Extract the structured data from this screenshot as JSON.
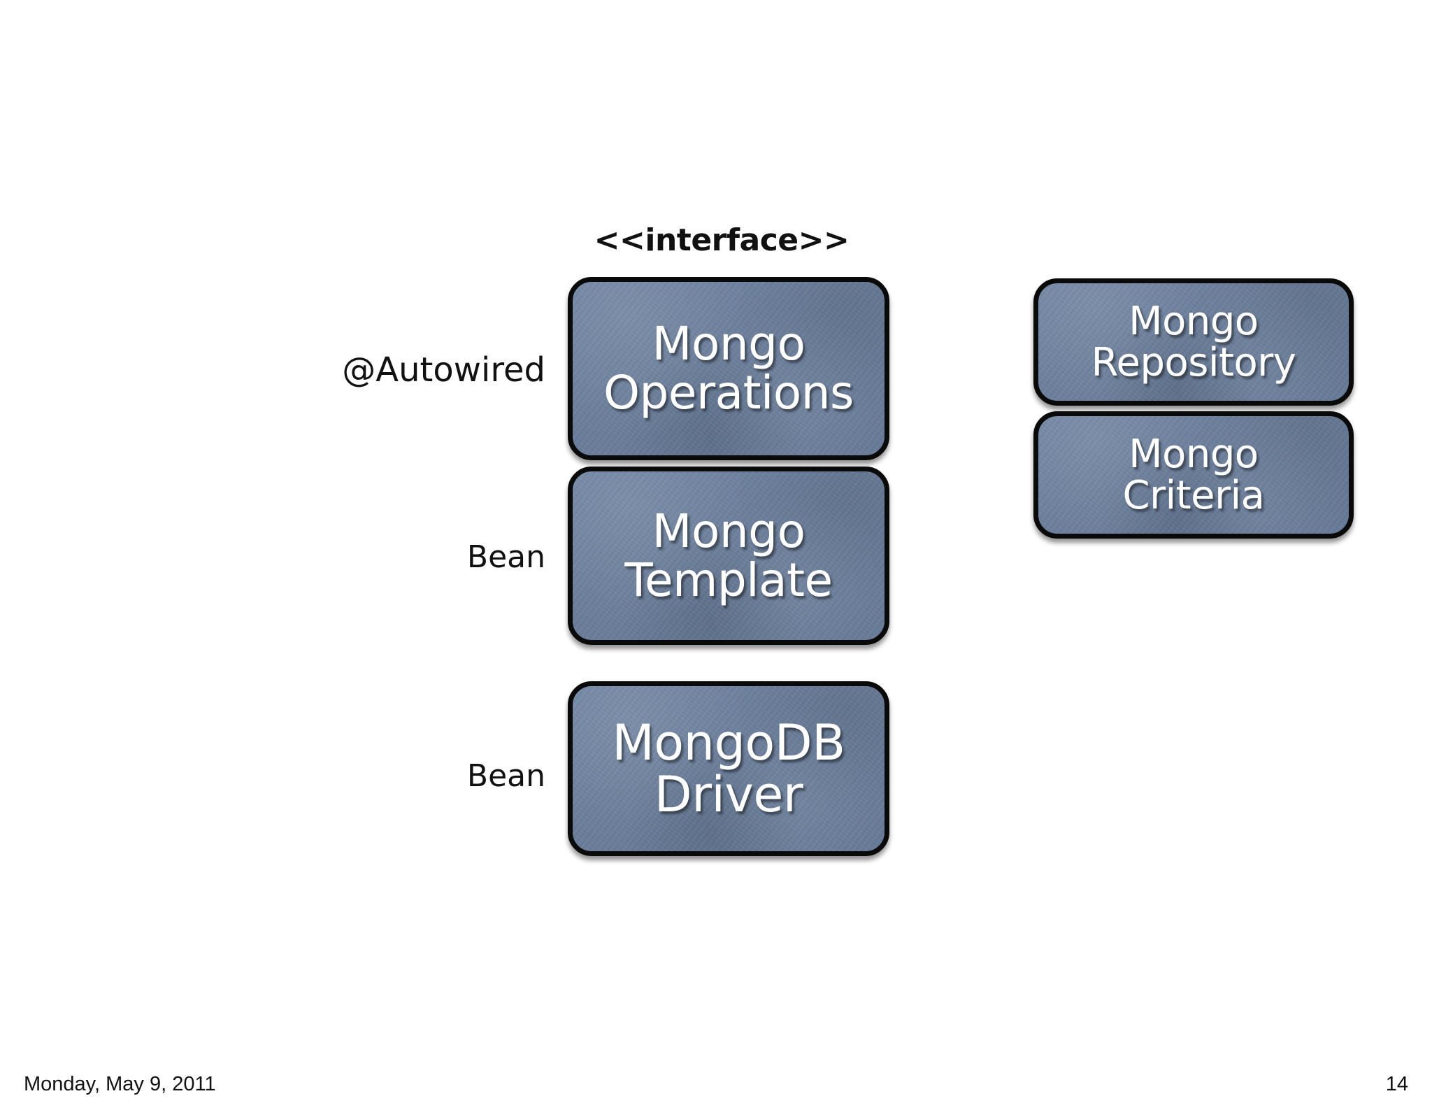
{
  "slide": {
    "background_color": "#ffffff",
    "diagram": {
      "stereotype_label": "<<interface>>",
      "box_fill_color": "#6e82a0",
      "box_border_color": "#0a0a0a",
      "box_text_color": "#ffffff",
      "annotations": [
        {
          "id": "autowired",
          "text": "@Autowired"
        },
        {
          "id": "bean-template",
          "text": "Bean"
        },
        {
          "id": "bean-driver",
          "text": "Bean"
        }
      ],
      "left_column": [
        {
          "id": "mongo-operations",
          "line1": "Mongo",
          "line2": "Operations",
          "text": "Mongo\nOperations"
        },
        {
          "id": "mongo-template",
          "line1": "Mongo",
          "line2": "Template",
          "text": "Mongo\nTemplate"
        },
        {
          "id": "mongodb-driver",
          "line1": "MongoDB",
          "line2": "Driver",
          "text": "MongoDB\nDriver"
        }
      ],
      "right_column": [
        {
          "id": "mongo-repository",
          "line1": "Mongo",
          "line2": "Repository",
          "text": "Mongo\nRepository"
        },
        {
          "id": "mongo-criteria",
          "line1": "Mongo",
          "line2": "Criteria",
          "text": "Mongo\nCriteria"
        }
      ]
    },
    "footer": {
      "date": "Monday, May 9, 2011",
      "page_number": "14"
    }
  }
}
